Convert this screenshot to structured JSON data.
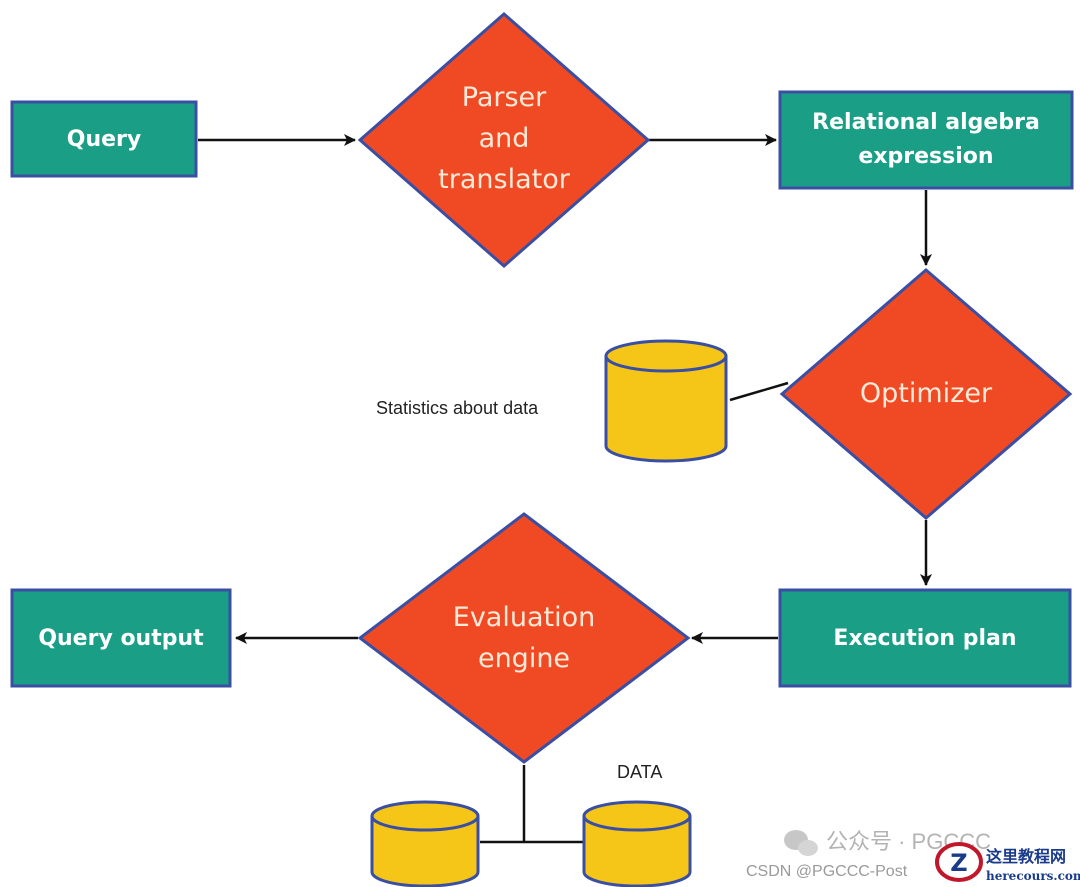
{
  "nodes": {
    "query": "Query",
    "relational_algebra": [
      "Relational algebra",
      "expression"
    ],
    "parser": [
      "Parser",
      "and",
      "translator"
    ],
    "optimizer": "Optimizer",
    "execution_plan": "Execution plan",
    "evaluation_engine": [
      "Evaluation",
      "engine"
    ],
    "query_output": "Query output"
  },
  "labels": {
    "statistics": "Statistics about data",
    "data": "DATA"
  },
  "watermark": {
    "wechat": "公众号 · PGCCC",
    "csdn": "CSDN @PGCCC-Post",
    "site_cn": "这里教程网",
    "site_url": "herecours.com"
  },
  "colors": {
    "box_fill": "#1a9e86",
    "box_border": "#3a4fa3",
    "diamond_fill": "#f04a24",
    "diamond_border": "#3a4fa3",
    "db_fill": "#f5c518",
    "db_border": "#3a4fa3",
    "arrow": "#111111"
  }
}
